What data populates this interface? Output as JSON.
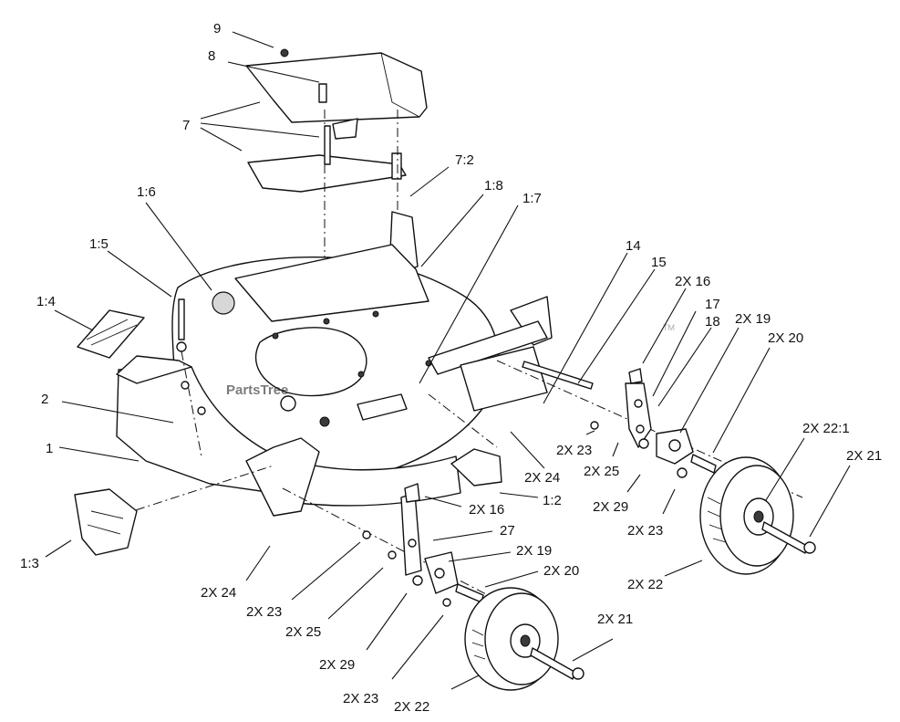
{
  "watermark": {
    "text": "PartsTree",
    "trademark": "TM"
  },
  "callouts": [
    {
      "id": "c9",
      "text": "9"
    },
    {
      "id": "c8",
      "text": "8"
    },
    {
      "id": "c7",
      "text": "7"
    },
    {
      "id": "c7-2",
      "text": "7:2"
    },
    {
      "id": "c1-6",
      "text": "1:6"
    },
    {
      "id": "c1-8",
      "text": "1:8"
    },
    {
      "id": "c1-7",
      "text": "1:7"
    },
    {
      "id": "c1-5",
      "text": "1:5"
    },
    {
      "id": "c1-4",
      "text": "1:4"
    },
    {
      "id": "c2",
      "text": "2"
    },
    {
      "id": "c1",
      "text": "1"
    },
    {
      "id": "c1-3",
      "text": "1:3"
    },
    {
      "id": "c14",
      "text": "14"
    },
    {
      "id": "c15",
      "text": "15"
    },
    {
      "id": "c2x16-a",
      "text": "2X 16"
    },
    {
      "id": "c17",
      "text": "17"
    },
    {
      "id": "c18",
      "text": "18"
    },
    {
      "id": "c2x19-a",
      "text": "2X 19"
    },
    {
      "id": "c2x20-a",
      "text": "2X 20"
    },
    {
      "id": "c2x22-1",
      "text": "2X 22:1"
    },
    {
      "id": "c2x21-a",
      "text": "2X 21"
    },
    {
      "id": "c2x23-a",
      "text": "2X 23"
    },
    {
      "id": "c2x24-a",
      "text": "2X 24"
    },
    {
      "id": "c2x25-a",
      "text": "2X 25"
    },
    {
      "id": "c2x29-a",
      "text": "2X 29"
    },
    {
      "id": "c2x23-b",
      "text": "2X 23"
    },
    {
      "id": "c2x22-a",
      "text": "2X 22"
    },
    {
      "id": "c2x16-b",
      "text": "2X 16"
    },
    {
      "id": "c1-2",
      "text": "1:2"
    },
    {
      "id": "c27",
      "text": "27"
    },
    {
      "id": "c2x19-b",
      "text": "2X 19"
    },
    {
      "id": "c2x20-b",
      "text": "2X 20"
    },
    {
      "id": "c2x24-b",
      "text": "2X 24"
    },
    {
      "id": "c2x23-c",
      "text": "2X 23"
    },
    {
      "id": "c2x25-b",
      "text": "2X 25"
    },
    {
      "id": "c2x29-b",
      "text": "2X 29"
    },
    {
      "id": "c2x21-b",
      "text": "2X 21"
    },
    {
      "id": "c2x23-d",
      "text": "2X 23"
    },
    {
      "id": "c2x22-b",
      "text": "2X 22"
    }
  ]
}
